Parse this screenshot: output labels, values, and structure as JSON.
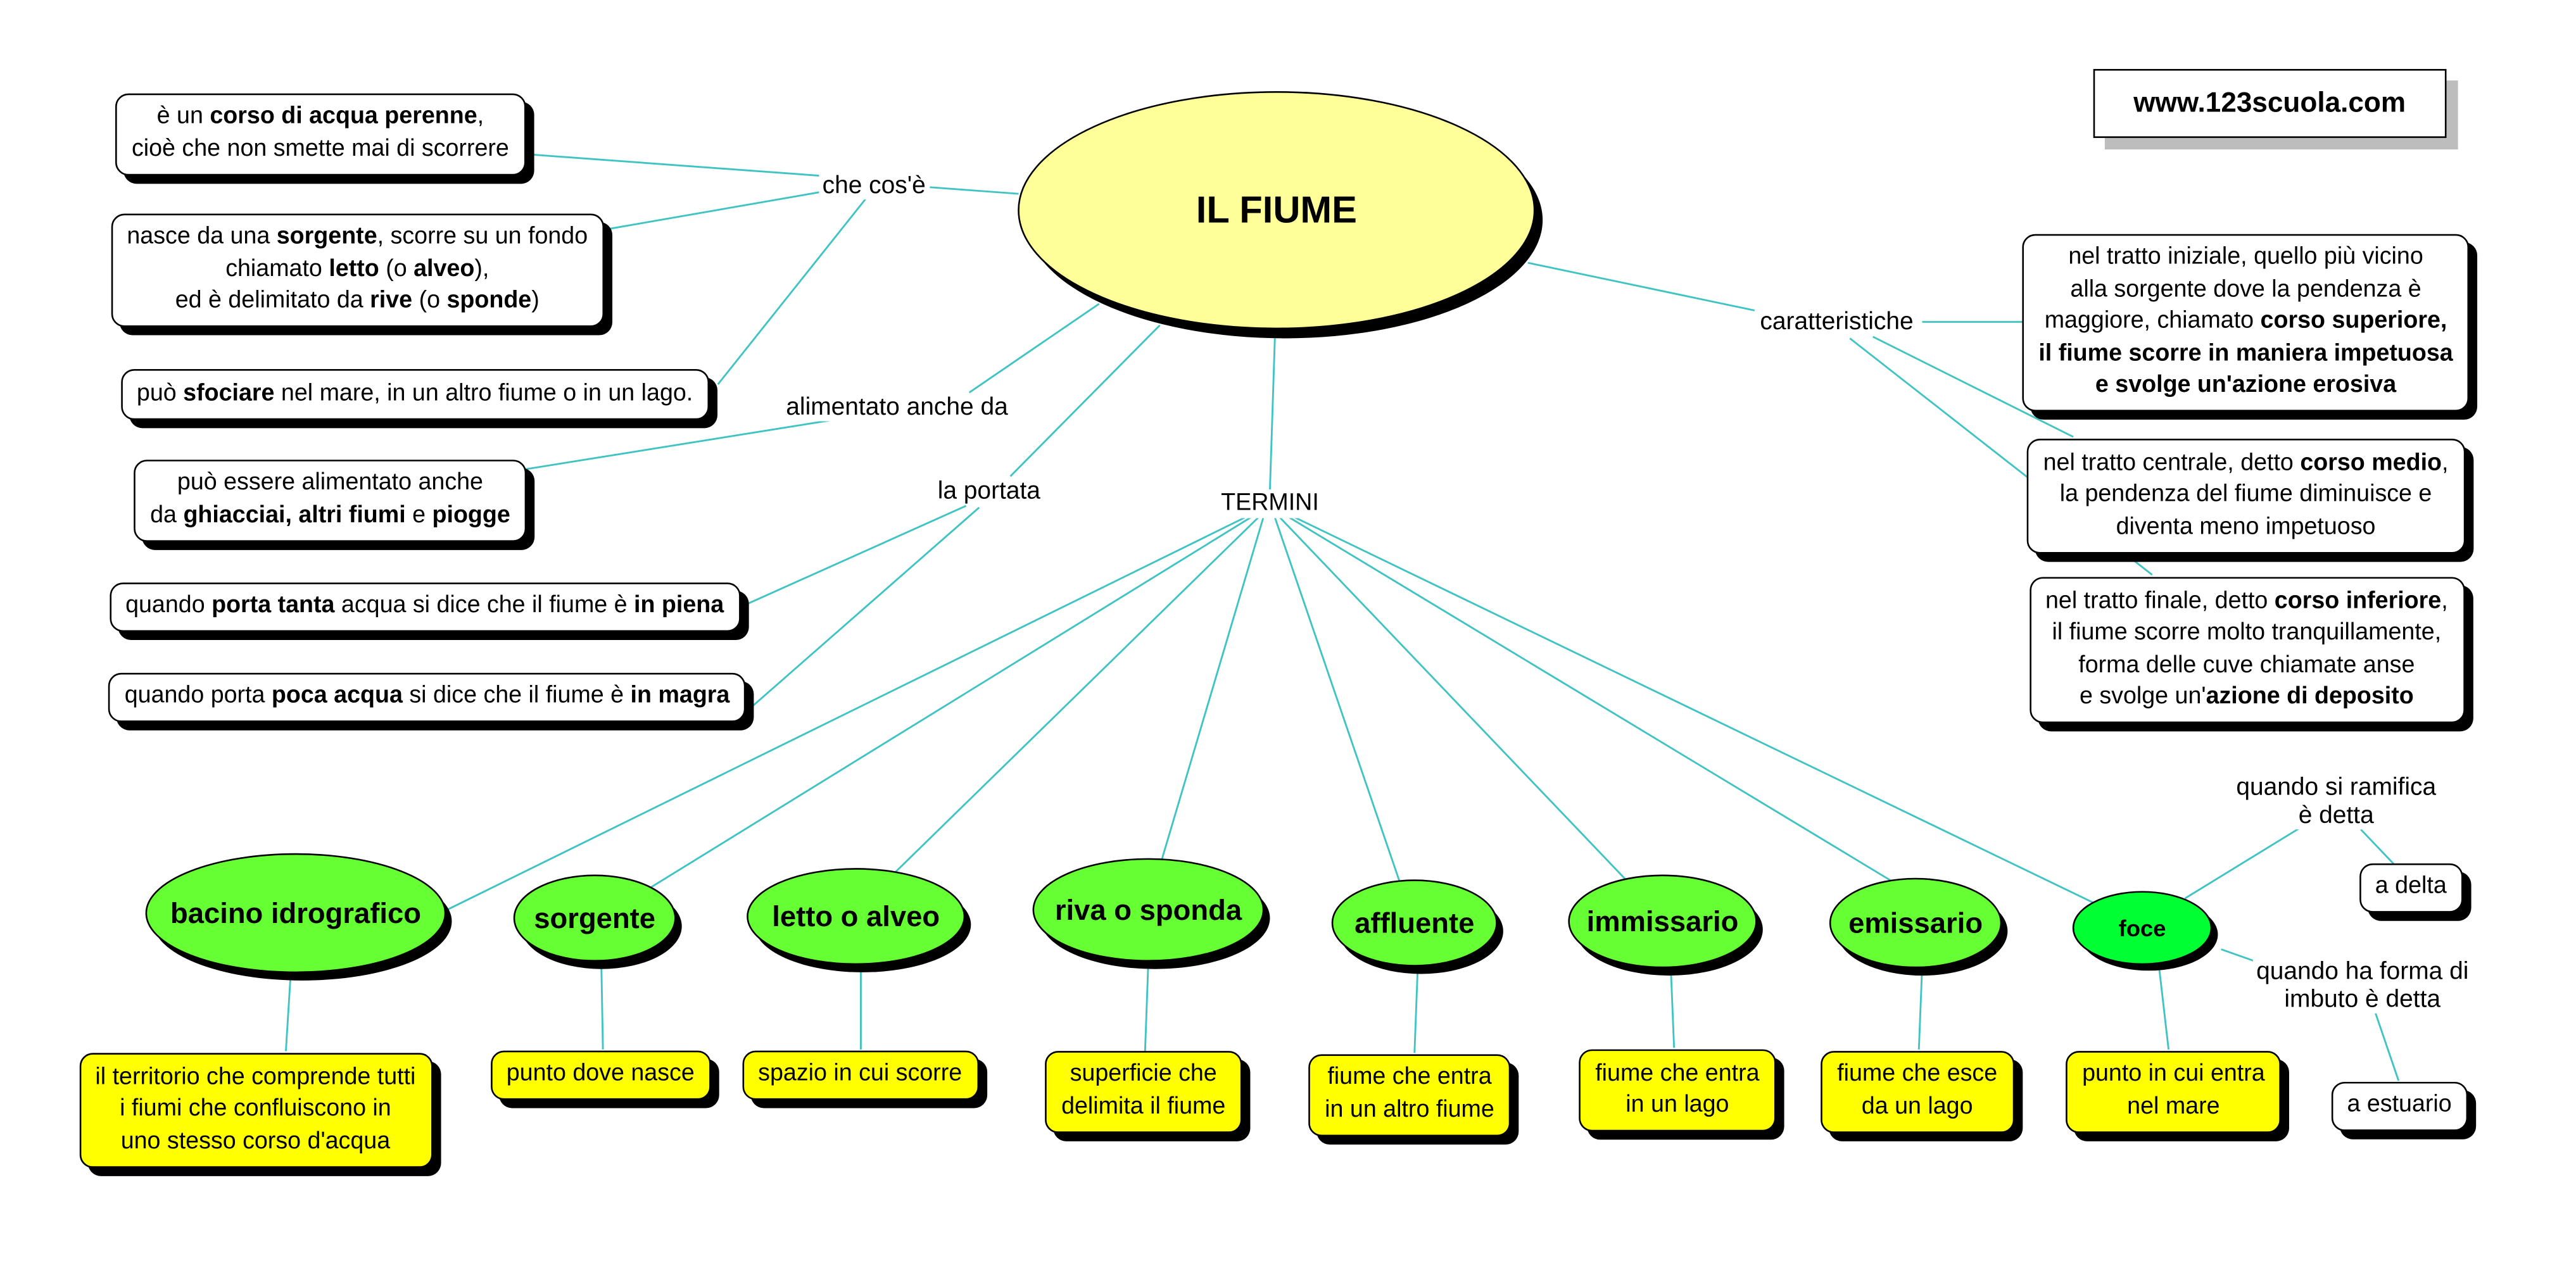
{
  "website": "www.123scuola.com",
  "central_topic": "IL FIUME",
  "links": {
    "what_is": "che cos'è",
    "fed_by": "alimentato anche da",
    "flow_rate": "la portata",
    "terms": "TERMINI",
    "characteristics": "caratteristiche",
    "branches": [
      "quando si ramifica",
      "è detta"
    ],
    "funnel": [
      "quando ha forma di",
      "imbuto è detta"
    ]
  },
  "definitions": [
    [
      [
        "è un ",
        {
          "b": "corso di acqua perenne"
        },
        ","
      ],
      "cioè che non smette mai di scorrere"
    ],
    [
      [
        "nasce da una ",
        {
          "b": "sorgente"
        },
        ", scorre su un fondo"
      ],
      [
        "chiamato ",
        {
          "b": "letto"
        },
        " (o ",
        {
          "b": "alveo"
        },
        "),"
      ],
      [
        "ed è delimitato da ",
        {
          "b": "rive"
        },
        " (o ",
        {
          "b": "sponde"
        },
        ")"
      ]
    ],
    [
      [
        "può ",
        {
          "b": "sfociare"
        },
        " nel mare, in un altro fiume o in un lago."
      ]
    ]
  ],
  "fed_by": [
    "può essere alimentato anche",
    [
      "da ",
      {
        "b": "ghiacciai, altri fiumi"
      },
      " e ",
      {
        "b": "piogge"
      }
    ]
  ],
  "flow_rate": [
    [
      [
        "quando ",
        {
          "b": "porta tanta"
        },
        " acqua si dice che il fiume è ",
        {
          "b": "in piena"
        }
      ]
    ],
    [
      [
        "quando porta ",
        {
          "b": "poca acqua"
        },
        " si dice che il fiume è ",
        {
          "b": "in magra"
        }
      ]
    ]
  ],
  "characteristics": [
    [
      "nel tratto iniziale, quello più vicino",
      "alla sorgente dove la pendenza è",
      [
        "maggiore, chiamato ",
        {
          "b": "corso superiore,"
        }
      ],
      [
        {
          "b": "il fiume scorre in maniera impetuosa"
        }
      ],
      [
        {
          "b": "e svolge un'azione erosiva"
        }
      ]
    ],
    [
      [
        "nel tratto centrale, detto ",
        {
          "b": "corso medio"
        },
        ","
      ],
      "la pendenza del fiume diminuisce e",
      "diventa meno impetuoso"
    ],
    [
      [
        "nel tratto finale, detto ",
        {
          "b": "corso inferiore"
        },
        ","
      ],
      "il fiume scorre molto tranquillamente,",
      "forma delle cuve chiamate anse",
      [
        "e svolge un'",
        {
          "b": "azione di deposito"
        }
      ]
    ]
  ],
  "terms": [
    {
      "name": "bacino idrografico",
      "description": [
        "il territorio che comprende tutti",
        "i fiumi che confluiscono in",
        "uno stesso corso d'acqua"
      ]
    },
    {
      "name": "sorgente",
      "description": [
        "punto dove nasce"
      ]
    },
    {
      "name": "letto o alveo",
      "description": [
        "spazio in cui scorre"
      ]
    },
    {
      "name": "riva o sponda",
      "description": [
        "superficie che",
        "delimita il fiume"
      ]
    },
    {
      "name": "affluente",
      "description": [
        "fiume che entra",
        "in un altro fiume"
      ]
    },
    {
      "name": "immissario",
      "description": [
        "fiume che entra",
        "in un lago"
      ]
    },
    {
      "name": "emissario",
      "description": [
        "fiume che esce",
        "da un lago"
      ]
    },
    {
      "name": "foce",
      "description": [
        "punto in cui entra",
        "nel mare"
      ]
    }
  ],
  "mouth_types": {
    "delta": "a delta",
    "estuary": "a estuario"
  },
  "colors": {
    "connector": "#3FC3C3",
    "central_fill": "#FFFF99",
    "term_fill": "#66FF33",
    "foce_fill": "#00FF33",
    "description_fill": "#FFFF00",
    "shadow": "#000000",
    "website_shadow": "#BDBDBD"
  }
}
